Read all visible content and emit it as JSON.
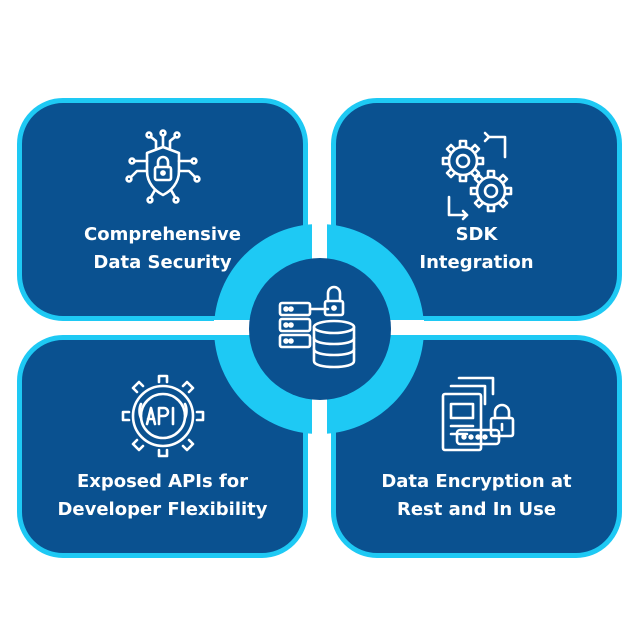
{
  "features": [
    {
      "label_line1": "Comprehensive",
      "label_line2": "Data Security",
      "icon": "shield-lock-circuit-icon"
    },
    {
      "label_line1": "SDK",
      "label_line2": "Integration",
      "icon": "gears-sync-icon"
    },
    {
      "label_line1": "Exposed APIs for",
      "label_line2": "Developer Flexibility",
      "icon": "api-gear-icon"
    },
    {
      "label_line1": "Data Encryption at",
      "label_line2": "Rest and In Use",
      "icon": "encrypted-document-lock-icon"
    }
  ],
  "hub": {
    "icon": "database-server-lock-icon"
  },
  "colors": {
    "card_fill": "#0a5190",
    "accent": "#1ec9f4",
    "text": "#ffffff",
    "background": "#ffffff"
  }
}
